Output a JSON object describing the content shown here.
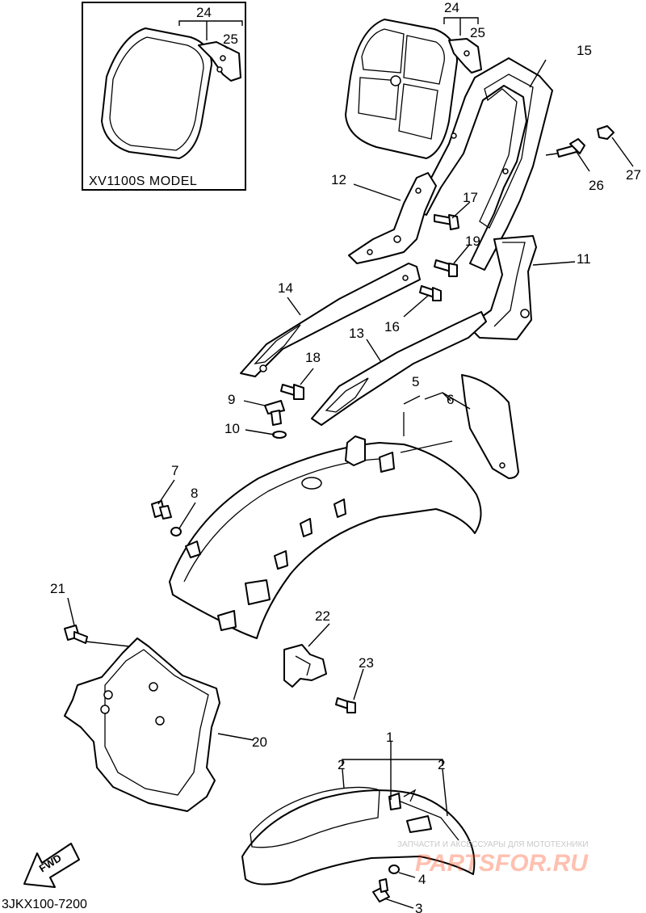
{
  "inset": {
    "model_label": "XV1100S MODEL"
  },
  "callouts": [
    {
      "id": "c24a",
      "text": "24"
    },
    {
      "id": "c25a",
      "text": "25"
    },
    {
      "id": "c24b",
      "text": "24"
    },
    {
      "id": "c25b",
      "text": "25"
    },
    {
      "id": "c15",
      "text": "15"
    },
    {
      "id": "c27",
      "text": "27"
    },
    {
      "id": "c26",
      "text": "26"
    },
    {
      "id": "c12",
      "text": "12"
    },
    {
      "id": "c17",
      "text": "17"
    },
    {
      "id": "c19",
      "text": "19"
    },
    {
      "id": "c11",
      "text": "11"
    },
    {
      "id": "c14",
      "text": "14"
    },
    {
      "id": "c16",
      "text": "16"
    },
    {
      "id": "c13",
      "text": "13"
    },
    {
      "id": "c18",
      "text": "18"
    },
    {
      "id": "c5",
      "text": "5"
    },
    {
      "id": "c6",
      "text": "6"
    },
    {
      "id": "c9",
      "text": "9"
    },
    {
      "id": "c10",
      "text": "10"
    },
    {
      "id": "c7",
      "text": "7"
    },
    {
      "id": "c8",
      "text": "8"
    },
    {
      "id": "c21",
      "text": "21"
    },
    {
      "id": "c22",
      "text": "22"
    },
    {
      "id": "c23",
      "text": "23"
    },
    {
      "id": "c20",
      "text": "20"
    },
    {
      "id": "c1",
      "text": "1"
    },
    {
      "id": "c2a",
      "text": "2"
    },
    {
      "id": "c2b",
      "text": "2"
    },
    {
      "id": "c4",
      "text": "4"
    },
    {
      "id": "c3",
      "text": "3"
    }
  ],
  "direction": {
    "label": "FWD"
  },
  "diagram_code": "3JKX100-7200",
  "watermark": {
    "tagline": "ЗАПЧАСТИ И АКСЕССУАРЫ ДЛЯ МОТОТЕХНИКИ",
    "brand": "PARTSFOR.RU"
  }
}
